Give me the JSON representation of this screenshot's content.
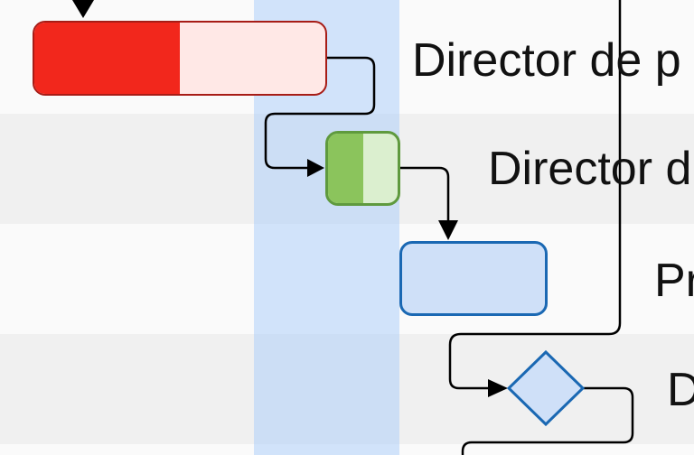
{
  "rows": [
    {
      "label": "Director de p",
      "shade": "light",
      "bar_type": "task",
      "progress": 0.5,
      "color": "#f2271c",
      "track_color": "#ffe8e6",
      "border_color": "#a71c16"
    },
    {
      "label": "Director d",
      "shade": "dark",
      "bar_type": "task",
      "progress": 0.5,
      "color": "#8bc45c",
      "track_color": "#dbefcf",
      "border_color": "#5f9a3e"
    },
    {
      "label": "Pr",
      "shade": "light",
      "bar_type": "task",
      "progress": 0,
      "color": "#cfe0f8",
      "track_color": "#cfe0f8",
      "border_color": "#1a68b3"
    },
    {
      "label": "D",
      "shade": "dark",
      "bar_type": "milestone",
      "color": "#cfe0f8",
      "border_color": "#1a68b3"
    }
  ],
  "today_color": "#a0c8fa",
  "link_color": "#000000"
}
